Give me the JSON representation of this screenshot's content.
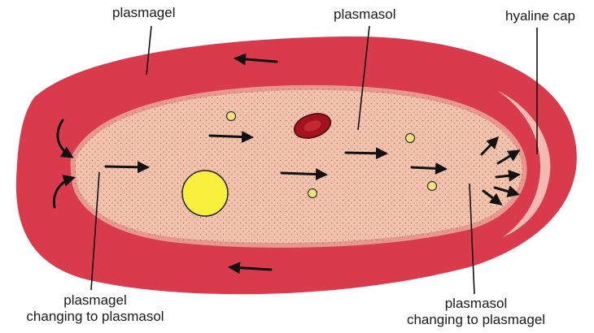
{
  "labels": {
    "plasmagel": "plasmagel",
    "plasmasol": "plasmasol",
    "hyaline_cap": "hyaline cap",
    "gel_to_sol_line1": "plasmagel",
    "gel_to_sol_line2": "changing to plasmasol",
    "sol_to_gel_line1": "plasmasol",
    "sol_to_gel_line2": "changing to plasmagel"
  },
  "colors": {
    "plasmagel": "#d93a4c",
    "plasmasol": "#f2c2ad",
    "hyaline_cap": "#f6c9be",
    "nucleus": "#f8ef3c",
    "food_vacuole": "#a3121d",
    "granule": "#f3e27a",
    "arrow": "#111111",
    "background": "#ffffff"
  }
}
